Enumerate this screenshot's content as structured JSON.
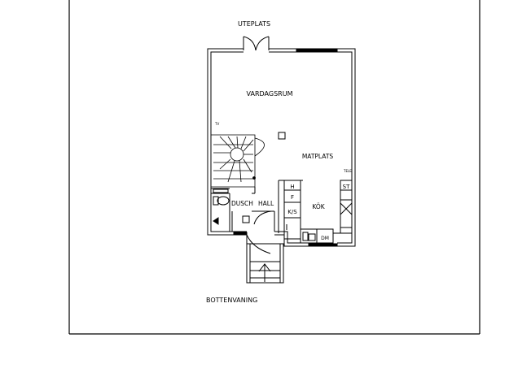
{
  "labels": {
    "uteplats": "UTEPLATS",
    "vardagsrum": "VARDAGSRUM",
    "tv": "TV",
    "matplats": "MATPLATS",
    "tele": "TELE",
    "kok": "KÖK",
    "dusch": "DUSCH",
    "hall": "HALL",
    "h": "H",
    "f": "F",
    "ks": "K/S",
    "st": "ST",
    "dm": "DM",
    "floor_name": "BOTTENVANING"
  }
}
